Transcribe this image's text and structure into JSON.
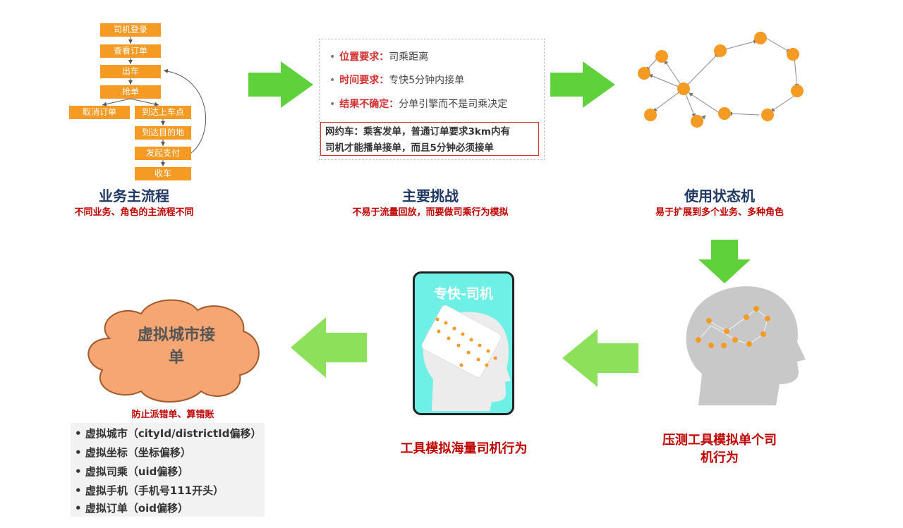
{
  "flow": {
    "steps": [
      "司机登录",
      "查看订单",
      "出车",
      "抢单",
      "取消订单",
      "到达上车点",
      "到达目的地",
      "发起支付",
      "收车"
    ],
    "title": "业务主流程",
    "subtitle": "不同业务、角色的主流程不同"
  },
  "challenges": {
    "items": [
      {
        "key": "位置要求",
        "sep": "：",
        "text": "司乘距离"
      },
      {
        "key": "时间要求",
        "sep": "：",
        "text": "专快5分钟内接单"
      },
      {
        "key": "结果不确定",
        "sep": "：",
        "text": "分单引擎而不是司乘决定"
      }
    ],
    "note_line1": "网约车：乘客发单，普通订单要求3km内有",
    "note_line2": "司机才能播单接单，而且5分钟必须接单",
    "title": "主要挑战",
    "subtitle": "不易于流量回放，而要做司乘行为模拟"
  },
  "state_machine": {
    "title": "使用状态机",
    "subtitle": "易于扩展到多个业务、多种角色"
  },
  "single_driver": {
    "label_line1": "压测工具模拟单个司",
    "label_line2": "机行为"
  },
  "mass_driver": {
    "card_title": "专快-司机",
    "label": "工具模拟海量司机行为"
  },
  "virtual_city": {
    "cloud_line1": "虚拟城市接",
    "cloud_line2": "单",
    "caption": "防止派错单、算错账",
    "items": [
      "虚拟城市（cityId/districtId偏移）",
      "虚拟坐标（坐标偏移）",
      "虚拟司乘（uid偏移）",
      "虚拟手机（手机号111开头）",
      "虚拟订单（oid偏移）"
    ]
  },
  "colors": {
    "orange": "#f59a23",
    "arrow_green": "#5fd13a",
    "arrow_light_green": "#8de05a",
    "title_navy": "#1f3864",
    "accent_red": "#c00000",
    "cyan": "#6ff0e6",
    "cloud": "#f5a673"
  }
}
